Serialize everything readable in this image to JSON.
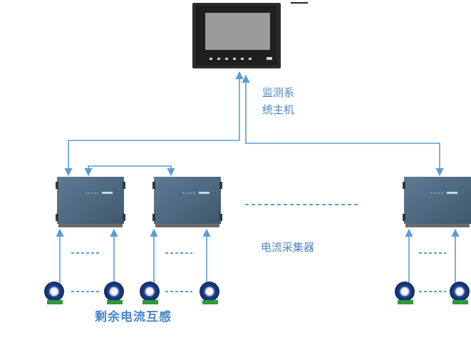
{
  "host": {
    "label_line1": "监测系",
    "label_line2": "统主机"
  },
  "collectors": {
    "label": "电流采集器",
    "count_visible": 3
  },
  "sensors": {
    "label": "剩余电流互感"
  },
  "colors": {
    "arrow": "#5b9bd5",
    "label": "#4a86c8",
    "collector_body": "#4f6c84",
    "monitor_frame": "#2c2c2c",
    "monitor_screen": "#9a9a9a"
  }
}
